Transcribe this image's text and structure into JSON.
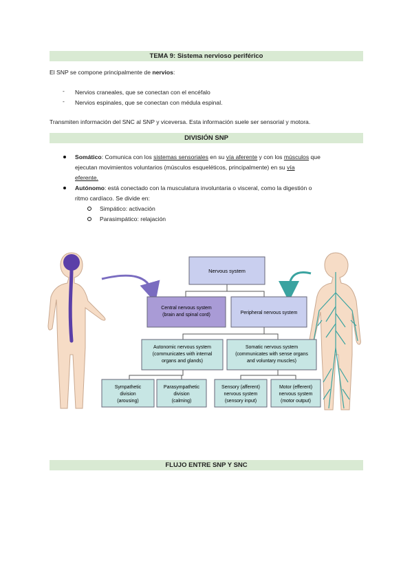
{
  "title": "TEMA 9: Sistema nervioso periférico",
  "intro": {
    "pre": "El SNP se compone principalmente de ",
    "bold": "nervios",
    "post": ":"
  },
  "list1": [
    "Nervios craneales, que se conectan con el encéfalo",
    "Nervios espinales, que se conectan con médula espinal."
  ],
  "transmit": "Transmiten información del SNC al SNP y viceversa. Esta información suele ser sensorial y motora.",
  "section1": "DIVISIÓN SNP",
  "somatico": {
    "term": "Somático",
    "t1": ": Comunica con los ",
    "u1": "sistemas sensoriales",
    "t2": " en su ",
    "u2": "vía aferente",
    "t3": " y con los ",
    "u3": "músculos",
    "t4": " que",
    "line2pre": "ejecutan movimientos voluntarios (músculos esqueléticos, principalmente) en su ",
    "u4a": "vía",
    "u4b": "eferente."
  },
  "autonomo": {
    "term": "Autónomo",
    "line1": ": está conectado con la musculatura involuntaria o visceral, como la digestión o",
    "line2": "ritmo cardíaco. Se divide en:",
    "sub": [
      "Simpático: activación",
      "Parasimpático: relajación"
    ]
  },
  "diagram": {
    "root": "Nervous system",
    "cns": [
      "Central nervous system",
      "(brain and spinal cord)"
    ],
    "pns": "Peripheral nervous system",
    "ans": [
      "Autonomic nervous system",
      "(communicates with internal",
      "organs and glands)"
    ],
    "sns": [
      "Somatic nervous system",
      "(communicates with sense organs",
      "and voluntary muscles)"
    ],
    "symp": [
      "Sympathetic",
      "division",
      "(arousing)"
    ],
    "para": [
      "Parasympathetic",
      "division",
      "(calming)"
    ],
    "sensory": [
      "Sensory (afferent)",
      "nervous system",
      "(sensory input)"
    ],
    "motor": [
      "Motor (efferent)",
      "nervous system",
      "(motor output)"
    ],
    "colors": {
      "lavender": "#c9cfef",
      "purple": "#a99bd6",
      "teal": "#c7e6e4",
      "arrow_purple": "#7a6cc0",
      "arrow_teal": "#3aa3a0",
      "skin": "#f6dcc6"
    }
  },
  "section2": "FLUJO ENTRE SNP Y SNC"
}
